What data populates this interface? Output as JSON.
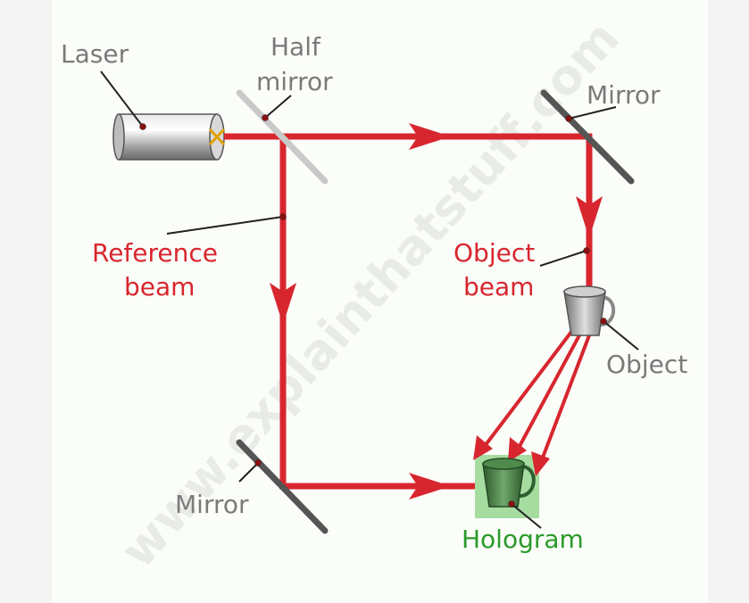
{
  "labels": {
    "laser": "Laser",
    "half_mirror_line1": "Half",
    "half_mirror_line2": "mirror",
    "mirror_top": "Mirror",
    "reference_line1": "Reference",
    "reference_line2": "beam",
    "object_beam_line1": "Object",
    "object_beam_line2": "beam",
    "object": "Object",
    "mirror_bottom": "Mirror",
    "hologram": "Hologram",
    "watermark": "www.explainthatstuff.com"
  },
  "colors": {
    "beam": "#d8262e",
    "label_grey": "#7a7a7a",
    "label_red": "#d8262e",
    "label_green": "#2a9a2a",
    "hologram_box": "#a6dca0"
  }
}
